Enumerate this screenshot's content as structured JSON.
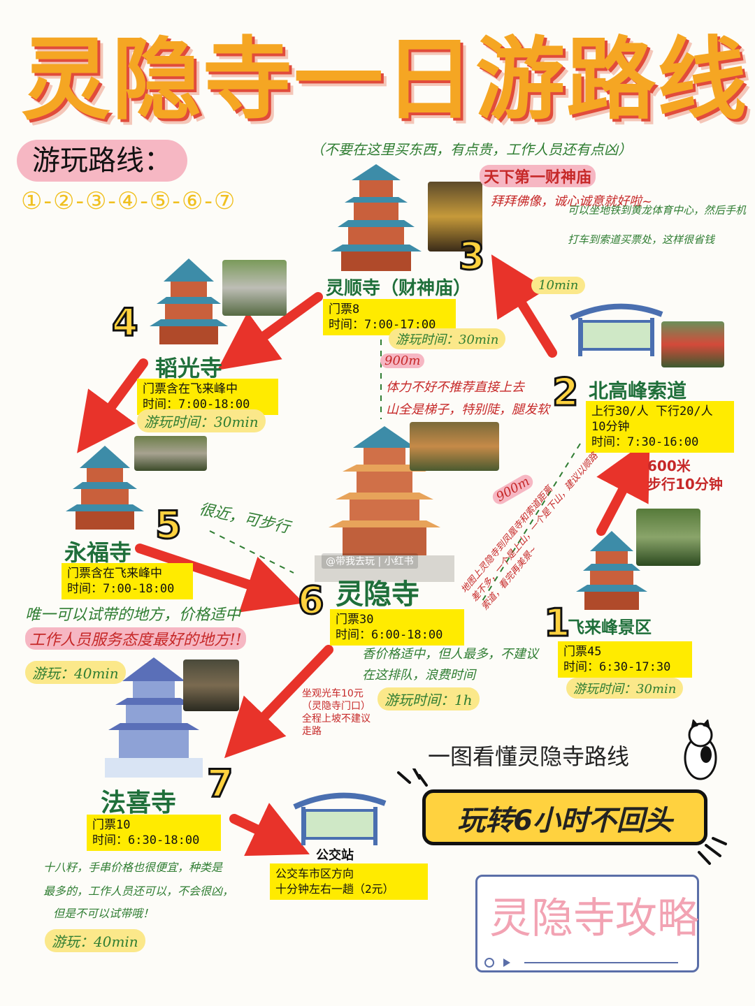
{
  "title": "灵隐寺一日游路线",
  "route": {
    "label": "游玩路线：",
    "sequence": "①-②-③-④-⑤-⑥-⑦"
  },
  "top_note": "（不要在这里买东西，有点贵，工作人员还有点凶）",
  "site3": {
    "number": "3",
    "name": "灵顺寺（财神庙）",
    "ticket": "门票8",
    "hours": "时间：7:00-17:00",
    "tag": "天下第一财神庙",
    "note1": "拜拜佛像，诚心诚意就好啦~",
    "play_time": "游玩时间：30min"
  },
  "site2": {
    "number": "2",
    "name": "北高峰索道",
    "line1": "上行30/人  下行20/人",
    "line2": "10分钟",
    "hours": "时间：7:30-16:00",
    "note1": "可以坐地铁到黄龙体育中心，然后手机",
    "note2": "打车到索道买票处，这样很省钱",
    "time_10min": "10min"
  },
  "site4": {
    "number": "4",
    "name": "韬光寺",
    "ticket": "门票含在飞来峰中",
    "hours": "时间：7:00-18:00",
    "play_time": "游玩时间：30min"
  },
  "site5": {
    "number": "5",
    "name": "永福寺",
    "ticket": "门票含在飞来峰中",
    "hours": "时间：7:00-18:00",
    "near": "很近，可步行",
    "note1": "唯一可以试带的地方，价格适中",
    "note2": "工作人员服务态度最好的地方!!",
    "play_time": "游玩：40min"
  },
  "site6": {
    "number": "6",
    "name": "灵隐寺",
    "ticket": "门票30",
    "hours": "时间：6:00-18:00",
    "note1": "香价格适中，但人最多，不建议",
    "note2": "在这排队，浪费时间",
    "play_time": "游玩时间：1h",
    "watermark": "@带我去玩 | 小红书"
  },
  "site1": {
    "number": "1",
    "name": "飞来峰景区",
    "ticket": "门票45",
    "hours": "时间：6:30-17:30",
    "play_time": "游玩时间：30min"
  },
  "site7": {
    "number": "7",
    "name": "法喜寺",
    "ticket": "门票10",
    "hours": "时间：6:30-18:00",
    "note1": "十八籽，手串价格也很便宜，种类是",
    "note2": "最多的，工作人员还可以，不会很凶，",
    "note3": "但是不可以试带哦！",
    "play_time": "游玩：40min"
  },
  "walk_3": {
    "dist": "900m",
    "note1": "体力不好不推荐直接上去",
    "note2": "山全是梯子，特别陡，腿发软"
  },
  "walk_1_2": {
    "line1": "600米",
    "line2": "步行10分钟"
  },
  "walk_6_2": {
    "dist": "900m",
    "note1": "地图上灵隐寺到凤凰寺和索道距离",
    "note2": "差不多，一个是上山，一个是下山，建议以顺路",
    "note3": "索道，看完再美景~"
  },
  "shuttle": {
    "line1": "坐观光车10元",
    "line2": "（灵隐寺门口）",
    "line3": "全程上坡不建议",
    "line4": "走路"
  },
  "bus": {
    "name": "公交站",
    "line1": "公交车市区方向",
    "line2": "十分钟左右一趟（2元）"
  },
  "slogan": "一图看懂灵隐寺路线",
  "cta": "玩转6小时不回头",
  "strategy": "灵隐寺攻略",
  "colors": {
    "title": "#f5a623",
    "title_shadow": "#e14b3b",
    "highlight": "#ffeb00",
    "site_name": "#1f6f3a",
    "arrow": "#e8332a",
    "pink": "#f6b7c3"
  }
}
